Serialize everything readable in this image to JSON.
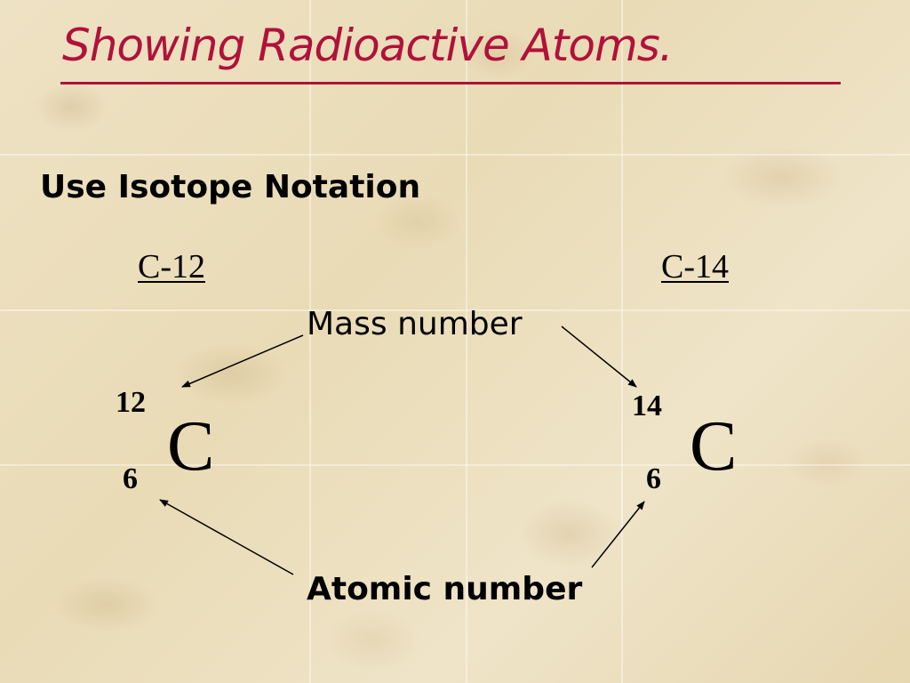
{
  "slide": {
    "title": "Showing Radioactive Atoms.",
    "subtitle": "Use Isotope Notation",
    "isotopes": [
      {
        "label": "C-12",
        "mass_number": "12",
        "atomic_number": "6",
        "symbol": "C"
      },
      {
        "label": "C-14",
        "mass_number": "14",
        "atomic_number": "6",
        "symbol": "C"
      }
    ],
    "mass_caption": "Mass number",
    "atomic_caption": "Atomic number"
  },
  "colors": {
    "title": "#b0123a",
    "background": "#ede0bf",
    "text": "#000000"
  }
}
